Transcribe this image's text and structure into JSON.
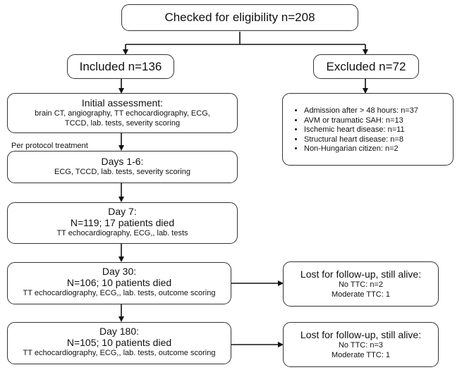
{
  "eligibility": "Checked for eligibility n=208",
  "included": "Included n=136",
  "excluded": "Excluded n=72",
  "exclusions": [
    "Admission after > 48 hours: n=37",
    "AVM or traumatic SAH: n=13",
    "Ischemic heart disease: n=11",
    "Structural heart disease: n=8",
    "Non-Hungarian citizen: n=2"
  ],
  "initial": {
    "title": "Initial assessment:",
    "line1": "brain CT, angiography, TT echocardiography, ECG,",
    "line2": "TCCD, lab. tests, severity scoring"
  },
  "per_protocol": "Per protocol treatment",
  "days1_6": {
    "title": "Days 1-6:",
    "line1": "ECG, TCCD, lab. tests, severity scoring"
  },
  "day7": {
    "title": "Day 7:",
    "line1": "N=119; 17 patients died",
    "line2": "TT echocardiography, ECG,, lab. tests"
  },
  "day30": {
    "title": "Day 30:",
    "line1": "N=106; 10 patients died",
    "line2": "TT echocardiography, ECG,, lab. tests, outcome scoring"
  },
  "day180": {
    "title": "Day 180:",
    "line1": "N=105; 10 patients died",
    "line2": "TT echocardiography, ECG,, lab. tests, outcome scoring"
  },
  "lost30": {
    "title": "Lost for follow-up, still alive:",
    "line1": "No TTC: n=2",
    "line2": "Moderate TTC: 1"
  },
  "lost180": {
    "title": "Lost for follow-up, still alive:",
    "line1": "No TTC: n=3",
    "line2": "Moderate TTC: 1"
  }
}
